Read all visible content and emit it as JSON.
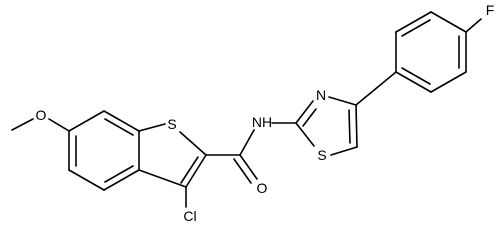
{
  "atoms": [
    {
      "id": "O_methoxy",
      "label": "O"
    },
    {
      "id": "S_thiophene",
      "label": "S"
    },
    {
      "id": "Cl",
      "label": "Cl"
    },
    {
      "id": "O_carbonyl",
      "label": "O"
    },
    {
      "id": "NH_amide",
      "label": "NH"
    },
    {
      "id": "N_thiazole",
      "label": "N"
    },
    {
      "id": "S_thiazole",
      "label": "S"
    },
    {
      "id": "F",
      "label": "F"
    }
  ],
  "colors": {
    "bond": "#000000",
    "label": "#000000",
    "background": "#ffffff"
  }
}
